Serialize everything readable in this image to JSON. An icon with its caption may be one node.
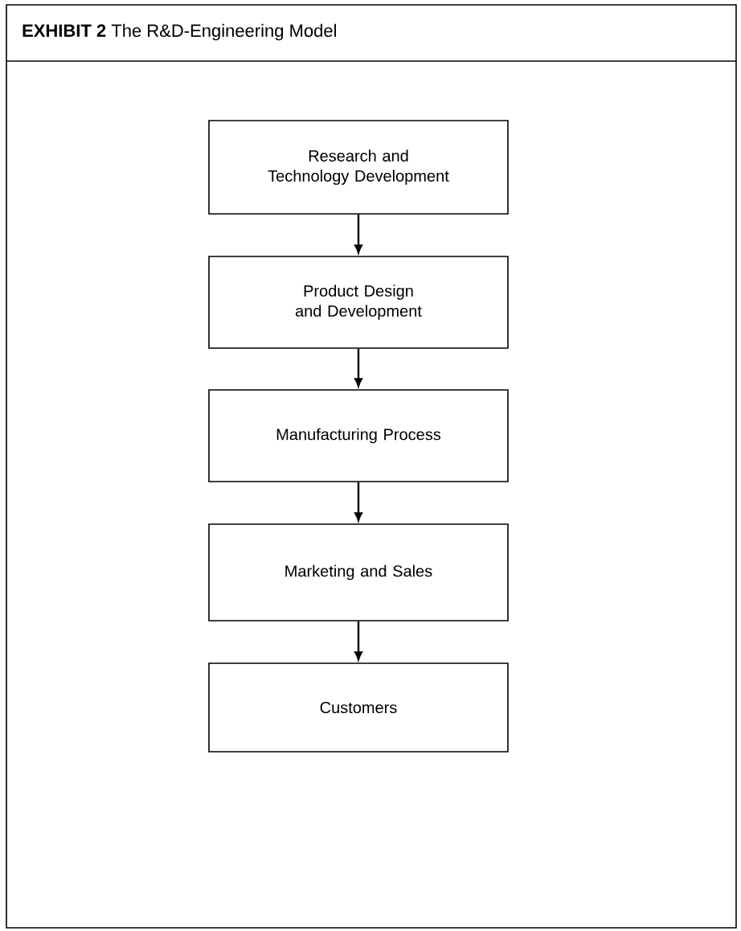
{
  "diagram": {
    "title": "**EXHIBIT 2** The R&D-Engineering Model",
    "nodes": [
      {
        "text": [
          "Research and Technology Development"
        ]
      },
      {
        "text": [
          "Product Design and Development"
        ]
      },
      {
        "text": [
          "Manufacturing Process"
        ]
      },
      {
        "text": [
          "Marketing and Sales"
        ]
      },
      {
        "text": [
          "Customers"
        ]
      }
    ],
    "edges": [
      {
        "from": 0,
        "to": 1,
        "arrow": "to"
      },
      {
        "from": 1,
        "to": 2,
        "arrow": "to"
      },
      {
        "from": 2,
        "to": 3,
        "arrow": "to"
      },
      {
        "from": 3,
        "to": 4,
        "arrow": "to"
      }
    ]
  }
}
